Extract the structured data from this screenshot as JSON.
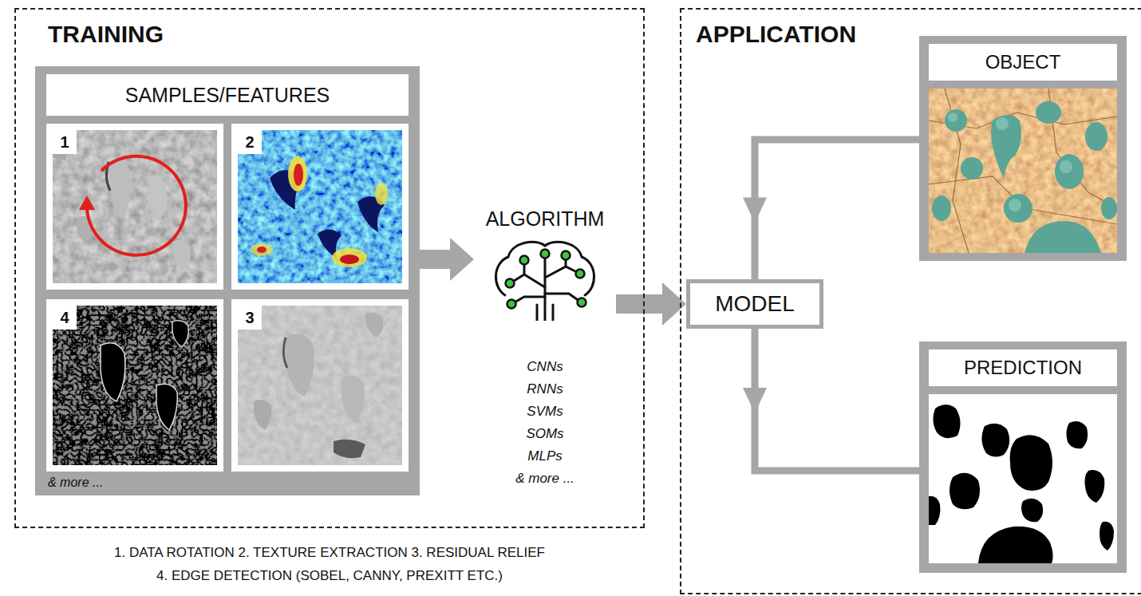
{
  "diagram": {
    "nodes": [
      {
        "text": [
          "TRAINING"
        ]
      },
      {
        "text": [
          "SAMPLES/FEATURES",
          "& more ..."
        ],
        "in": 0
      },
      {
        "text": [
          "1"
        ],
        "in": 1
      },
      {
        "text": [
          "2"
        ],
        "in": 1
      },
      {
        "text": [
          "4"
        ],
        "in": 1
      },
      {
        "text": [
          "3"
        ],
        "in": 1
      },
      {
        "text": [
          "ALGORITHM",
          "CNNs",
          "RNNs",
          "SVMs",
          "SOMs",
          "MLPs",
          "& more ..."
        ],
        "in": 0
      },
      {
        "text": [
          "APPLICATION"
        ]
      },
      {
        "text": [
          "OBJECT"
        ],
        "in": 7
      },
      {
        "text": [
          "MODEL"
        ],
        "in": 7
      },
      {
        "text": [
          "PREDICTION"
        ],
        "in": 7
      }
    ],
    "edges": [
      {
        "from": 1,
        "to": 6,
        "arrow": "to"
      },
      {
        "from": 6,
        "to": 9,
        "arrow": "to"
      },
      {
        "from": 8,
        "to": 9,
        "arrow": "to"
      },
      {
        "from": 9,
        "to": 10,
        "arrow": "to"
      }
    ],
    "labels": [
      "1. DATA ROTATION 2. TEXTURE EXTRACTION 3. RESIDUAL RELIEF",
      "4. EDGE DETECTION (SOBEL, CANNY, PREXITT ETC.)"
    ]
  }
}
